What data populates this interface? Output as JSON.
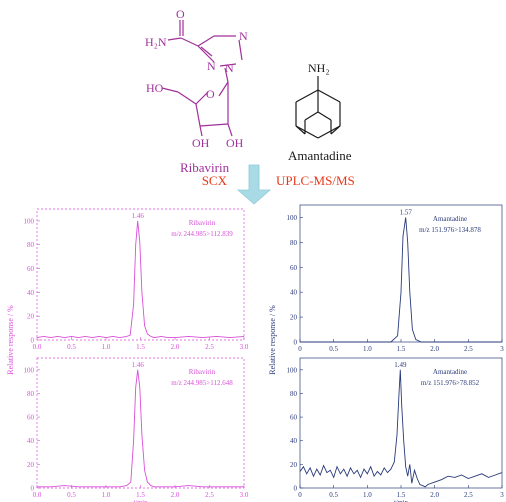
{
  "molecules": {
    "ribavirin": {
      "name": "Ribavirin",
      "atoms": {
        "O_carbonyl": "O",
        "amide": "H₂N",
        "N_ring_right": "N",
        "N_ring_left": "N",
        "N_ring_bottom": "N",
        "O_sugar": "O",
        "HO": "HO",
        "OH_left": "OH",
        "OH_right": "OH"
      },
      "color": "#a0309a"
    },
    "amantadine": {
      "name": "Amantadine",
      "atoms": {
        "amine": "NH₂"
      },
      "color": "#1a1a1a"
    }
  },
  "workflow": {
    "left_label": "SCX",
    "right_label": "UPLC-MS/MS",
    "label_color": "#e8381a",
    "arrow_color": "#a8dbe6"
  },
  "y_axis_label": "Relative response / %",
  "chart_data": [
    {
      "type": "line",
      "id": "rib-top",
      "color": "#d94fd9",
      "compound": "Ribavirin",
      "transition": "m/z 244.985>112.839",
      "peak_label": "1.46",
      "x_ticks": [
        "0.0",
        "0.5",
        "1.0",
        "1.5",
        "2.0",
        "2.5",
        "3.0"
      ],
      "y_ticks": [
        "0",
        "20",
        "40",
        "60",
        "80",
        "100"
      ],
      "xlim": [
        0,
        3.0
      ],
      "ylim": [
        0,
        110
      ],
      "x": [
        0.0,
        0.1,
        0.2,
        0.3,
        0.4,
        0.5,
        0.6,
        0.7,
        0.8,
        0.9,
        1.0,
        1.1,
        1.2,
        1.3,
        1.35,
        1.4,
        1.43,
        1.46,
        1.49,
        1.52,
        1.56,
        1.6,
        1.65,
        1.7,
        1.8,
        1.9,
        2.0,
        2.2,
        2.4,
        2.6,
        2.8,
        3.0
      ],
      "y": [
        2,
        3,
        2,
        3,
        2,
        3,
        2,
        3,
        2,
        3,
        2,
        3,
        2,
        3,
        4,
        30,
        80,
        100,
        82,
        40,
        12,
        5,
        3,
        2,
        3,
        2,
        2,
        3,
        2,
        3,
        2,
        3
      ]
    },
    {
      "type": "line",
      "id": "rib-bottom",
      "color": "#d94fd9",
      "compound": "Ribavirin",
      "transition": "m/z 244.985>112.648",
      "peak_label": "1.46",
      "x_ticks": [
        "0.0",
        "0.5",
        "1.0",
        "1.5",
        "2.0",
        "2.5",
        "3.0"
      ],
      "x_axis_label": "t/min",
      "y_ticks": [
        "0",
        "20",
        "40",
        "60",
        "80",
        "100"
      ],
      "xlim": [
        0,
        3.0
      ],
      "ylim": [
        0,
        110
      ],
      "x": [
        0.0,
        0.2,
        0.4,
        0.6,
        0.8,
        1.0,
        1.2,
        1.3,
        1.36,
        1.4,
        1.43,
        1.46,
        1.49,
        1.52,
        1.56,
        1.6,
        1.65,
        1.7,
        1.8,
        2.0,
        2.2,
        2.4,
        2.6,
        2.8,
        3.0
      ],
      "y": [
        1,
        1,
        2,
        1,
        1,
        1,
        1,
        2,
        5,
        40,
        85,
        100,
        85,
        45,
        15,
        5,
        2,
        1,
        1,
        1,
        2,
        1,
        1,
        1,
        1
      ]
    },
    {
      "type": "line",
      "id": "ama-top",
      "color": "#2a3a7a",
      "compound": "Amantadine",
      "transition": "m/z 151.976>134.878",
      "peak_label": "1.57",
      "x_ticks": [
        "0",
        "0.5",
        "1.0",
        "1.5",
        "2.0",
        "2.5",
        "3"
      ],
      "y_ticks": [
        "0",
        "20",
        "40",
        "60",
        "80",
        "100"
      ],
      "xlim": [
        0,
        3.0
      ],
      "ylim": [
        0,
        110
      ],
      "x": [
        0.0,
        0.2,
        0.4,
        0.6,
        0.8,
        1.0,
        1.2,
        1.35,
        1.45,
        1.5,
        1.53,
        1.57,
        1.6,
        1.63,
        1.67,
        1.72,
        1.8,
        1.9,
        2.0,
        2.2,
        2.4,
        2.6,
        2.8,
        3.0
      ],
      "y": [
        0,
        0,
        0,
        0,
        0,
        0,
        0,
        0,
        5,
        40,
        85,
        100,
        80,
        40,
        10,
        2,
        0,
        0,
        0,
        0,
        0,
        0,
        0,
        0
      ]
    },
    {
      "type": "line",
      "id": "ama-bottom",
      "color": "#2a3a7a",
      "compound": "Amantadine",
      "transition": "m/z 151.976>78.852",
      "peak_label": "1.49",
      "x_ticks": [
        "0",
        "0.5",
        "1.0",
        "1.5",
        "2.0",
        "2.5",
        "3"
      ],
      "x_axis_label": "t/min",
      "y_ticks": [
        "0",
        "20",
        "40",
        "60",
        "80",
        "100"
      ],
      "xlim": [
        0,
        3.0
      ],
      "ylim": [
        0,
        110
      ],
      "x": [
        0.0,
        0.05,
        0.1,
        0.15,
        0.2,
        0.25,
        0.3,
        0.35,
        0.4,
        0.45,
        0.5,
        0.55,
        0.6,
        0.65,
        0.7,
        0.75,
        0.8,
        0.85,
        0.9,
        0.95,
        1.0,
        1.05,
        1.1,
        1.15,
        1.2,
        1.25,
        1.3,
        1.35,
        1.4,
        1.44,
        1.47,
        1.49,
        1.51,
        1.54,
        1.57,
        1.6,
        1.63,
        1.66,
        1.7,
        1.74,
        1.78,
        1.82,
        1.86,
        1.9,
        2.0,
        2.1,
        2.2,
        2.3,
        2.4,
        2.5,
        2.6,
        2.7,
        2.8,
        2.9,
        3.0
      ],
      "y": [
        14,
        18,
        12,
        17,
        10,
        16,
        11,
        19,
        13,
        15,
        9,
        18,
        12,
        16,
        10,
        17,
        12,
        15,
        9,
        16,
        12,
        18,
        10,
        14,
        11,
        17,
        13,
        16,
        22,
        45,
        80,
        100,
        70,
        40,
        18,
        10,
        20,
        4,
        15,
        8,
        3,
        2,
        1,
        3,
        5,
        7,
        10,
        9,
        11,
        8,
        10,
        12,
        9,
        11,
        13
      ]
    }
  ]
}
